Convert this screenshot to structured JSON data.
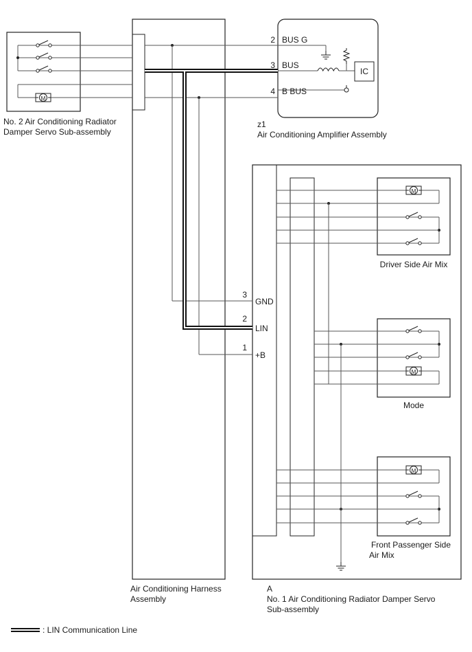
{
  "components": {
    "no2_servo": {
      "label_line1": "No. 2 Air Conditioning Radiator",
      "label_line2": "Damper Servo Sub-assembly"
    },
    "amplifier": {
      "code": "z1",
      "label": "Air Conditioning Amplifier Assembly",
      "ic_label": "IC",
      "pins": [
        {
          "num": "2",
          "name": "BUS G"
        },
        {
          "num": "3",
          "name": "BUS"
        },
        {
          "num": "4",
          "name": "B BUS"
        }
      ]
    },
    "harness": {
      "label_line1": "Air Conditioning Harness",
      "label_line2": "Assembly"
    },
    "no1_servo": {
      "code": "A",
      "label_line1": "No. 1 Air Conditioning Radiator Damper Servo",
      "label_line2": "Sub-assembly",
      "pins": [
        {
          "num": "3",
          "name": "GND"
        },
        {
          "num": "2",
          "name": "LIN"
        },
        {
          "num": "1",
          "name": "+B"
        }
      ],
      "units": [
        {
          "label_line1": "Driver Side Air Mix",
          "label_line2": ""
        },
        {
          "label_line1": "Mode",
          "label_line2": ""
        },
        {
          "label_line1": "Front Passenger Side",
          "label_line2": "Air Mix"
        }
      ]
    }
  },
  "motor_symbol": "M",
  "legend": {
    "text": ": LIN Communication Line"
  },
  "icons": [
    "switch-icon",
    "motor-icon",
    "ground-icon",
    "resistor-icon",
    "inductor-icon",
    "terminal-icon"
  ]
}
